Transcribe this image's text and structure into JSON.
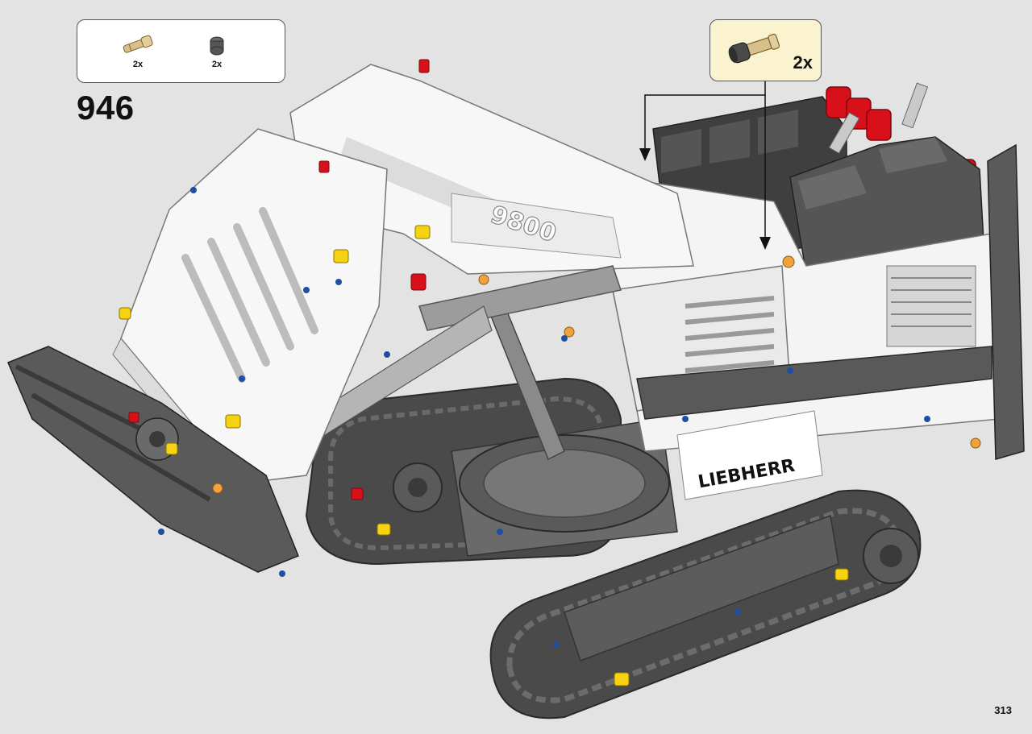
{
  "parts_list": {
    "items": [
      {
        "icon": "tan-axle-pin-icon",
        "qty": "2x"
      },
      {
        "icon": "dark-gray-bush-icon",
        "qty": "2x"
      }
    ]
  },
  "step": {
    "number": "946"
  },
  "callout": {
    "icon": "axle-pin-with-bush-icon",
    "qty": "2x"
  },
  "model": {
    "icon": "liebherr-excavator-model-icon",
    "decal_text": "LIEBHERR",
    "model_text": "9800"
  },
  "page": {
    "number": "313"
  },
  "colors": {
    "background": "#e3e3e3",
    "callout_bg": "#fbf3cf",
    "model_white": "#f7f7f7",
    "track_dark": "#4a4a4a",
    "accent_red": "#d8101a",
    "accent_yellow": "#f5d313",
    "accent_blue": "#1f4f9e",
    "tan": "#d9c08a"
  }
}
